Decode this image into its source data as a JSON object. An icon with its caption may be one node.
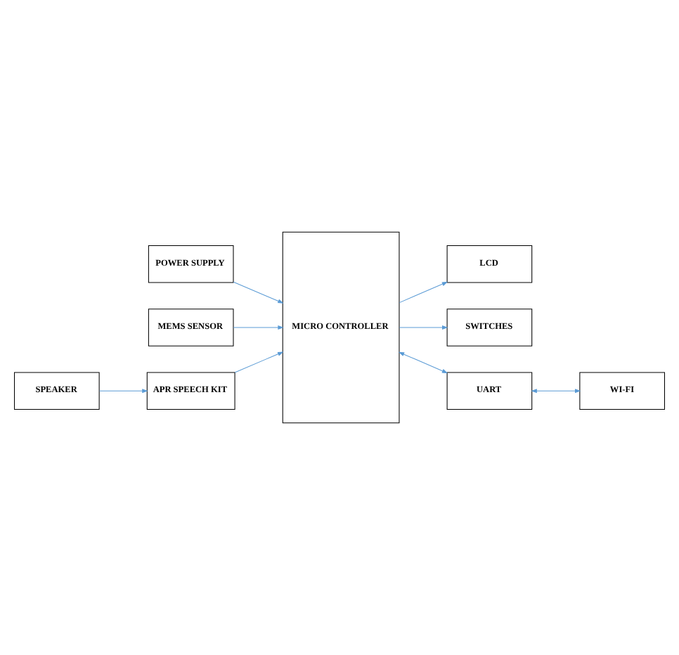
{
  "diagram": {
    "nodes": [
      {
        "text": [
          "POWER SUPPLY"
        ]
      },
      {
        "text": [
          "MICRO CONTROLLER"
        ]
      },
      {
        "text": [
          "LCD"
        ]
      },
      {
        "text": [
          "MEMS SENSOR"
        ]
      },
      {
        "text": [
          "SWITCHES"
        ]
      },
      {
        "text": [
          "APR SPEECH KIT"
        ]
      },
      {
        "text": [
          "UART"
        ]
      },
      {
        "text": [
          "SPEAKER"
        ]
      },
      {
        "text": [
          "WI-FI"
        ]
      }
    ],
    "edges": [
      {
        "from": 0,
        "to": 1,
        "arrow": "to"
      },
      {
        "from": 1,
        "to": 2,
        "arrow": "to"
      },
      {
        "from": 3,
        "to": 1,
        "arrow": "to"
      },
      {
        "from": 1,
        "to": 4,
        "arrow": "to"
      },
      {
        "from": 5,
        "to": 1,
        "arrow": "to"
      },
      {
        "from": 1,
        "to": 6,
        "arrow": "both"
      },
      {
        "from": 7,
        "to": 5,
        "arrow": "to"
      },
      {
        "from": 6,
        "to": 8,
        "arrow": "both"
      }
    ]
  }
}
